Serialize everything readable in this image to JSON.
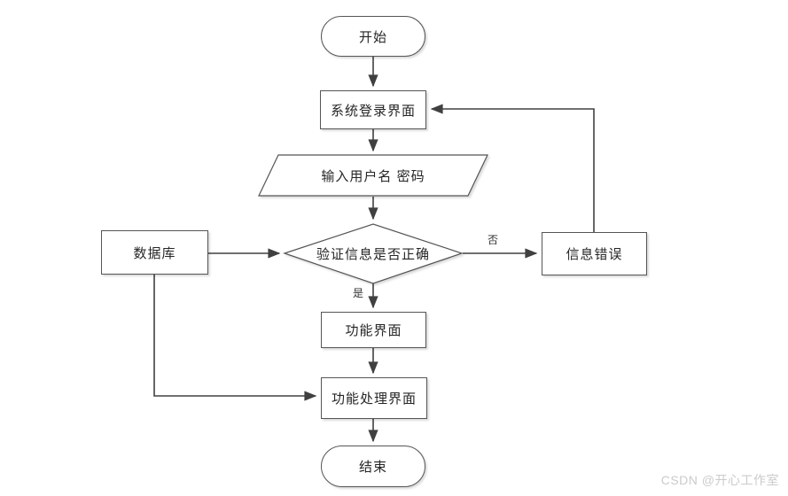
{
  "diagram": {
    "title": "login flow diagram",
    "background": "#ffffff",
    "colors": {
      "line": "#404040",
      "border": "#555555",
      "shape_fill": "#ffffff",
      "text": "#262626",
      "watermark": "#cbcbcb"
    },
    "nodes": {
      "start": {
        "label": "开始",
        "type": "terminator"
      },
      "login": {
        "label": "系统登录界面",
        "type": "process"
      },
      "input": {
        "label": "输入用户名 密码",
        "type": "data"
      },
      "verify": {
        "label": "验证信息是否正确",
        "type": "decision"
      },
      "database": {
        "label": "数据库",
        "type": "process"
      },
      "error": {
        "label": "信息错误",
        "type": "process"
      },
      "function": {
        "label": "功能界面",
        "type": "process"
      },
      "handle": {
        "label": "功能处理界面",
        "type": "process"
      },
      "end": {
        "label": "结束",
        "type": "terminator"
      }
    },
    "edge_labels": {
      "no": "否",
      "yes": "是"
    },
    "watermark": "CSDN @开心工作室"
  }
}
